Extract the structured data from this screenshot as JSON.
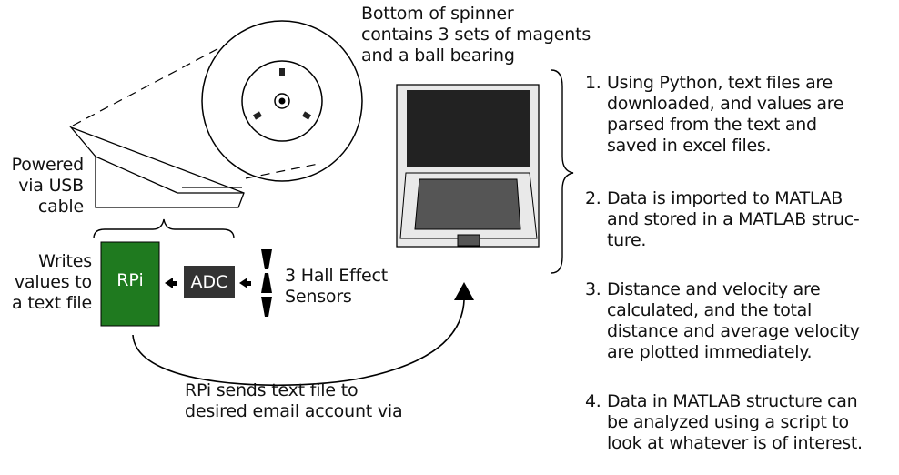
{
  "labels": {
    "spinner_bottom": "Bottom of spinner\ncontains 3 sets of magents\nand a ball bearing",
    "powered": "Powered\nvia USB\ncable",
    "writes": "Writes\nvalues to\na text file",
    "rpi": "RPi",
    "adc": "ADC",
    "sensors": "3 Hall Effect\nSensors",
    "email": "RPi sends text file to\ndesired email account via"
  },
  "steps": [
    {
      "number": "1.",
      "text": "Using Python, text files are\ndownloaded, and values are\nparsed from the text and\nsaved in excel files."
    },
    {
      "number": "2.",
      "text": "Data is imported to MATLAB\nand stored in a MATLAB struc-\nture."
    },
    {
      "number": "3.",
      "text": "Distance and velocity are\ncalculated, and the total\ndistance and average velocity\nare plotted immediately."
    },
    {
      "number": "4.",
      "text": "Data in MATLAB structure can\nbe analyzed using a script to\nlook at whatever is of interest."
    }
  ],
  "colors": {
    "rpi_fill": "#1f7a1f",
    "adc_fill": "#333333",
    "laptop_frame": "#e9e9e9",
    "laptop_screen": "#222222",
    "trackpad": "#555555"
  }
}
